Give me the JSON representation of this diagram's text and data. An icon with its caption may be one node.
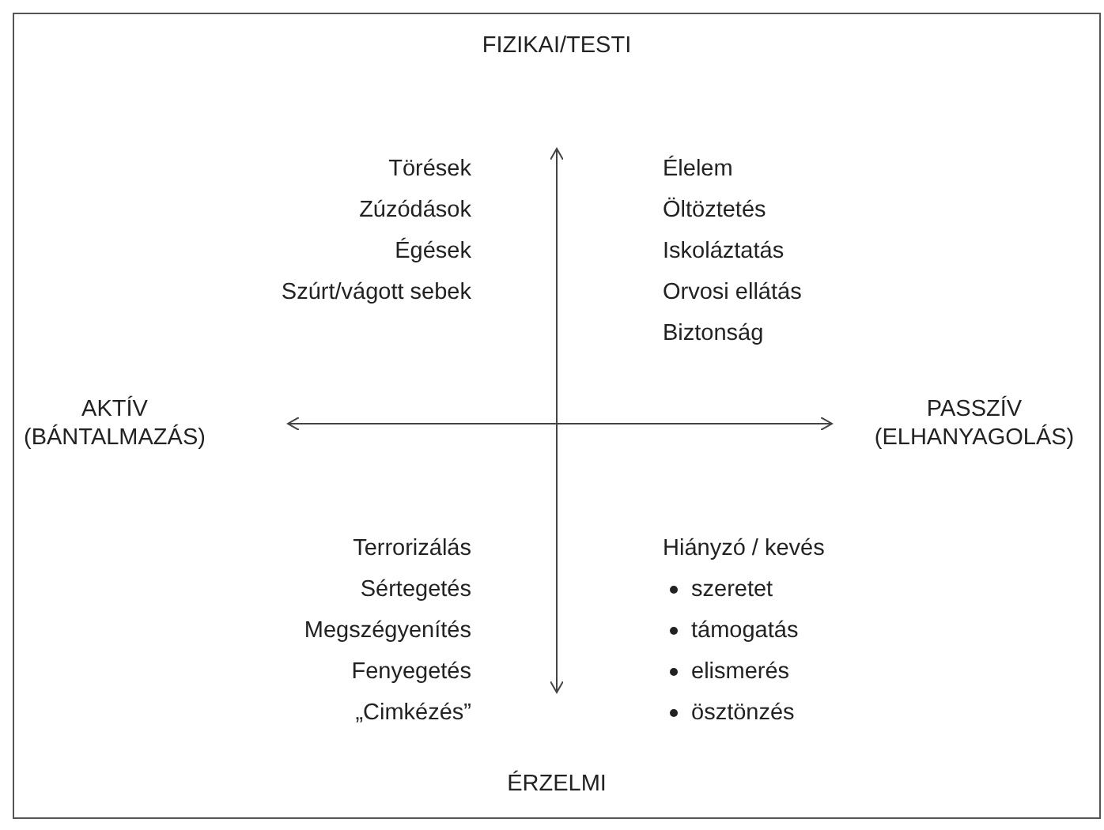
{
  "diagram": {
    "labels": [
      "FIZIKAI/TESTI",
      "Törések",
      "Zúzódások",
      "Égések",
      "Szúrt/vágott sebek",
      "Élelem",
      "Öltöztetés",
      "Iskoláztatás",
      "Orvosi ellátás",
      "Biztonság",
      "AKTÍV (BÁNTALMAZÁS)",
      "PASSZÍV (ELHANYAGOLÁS)",
      "Terrorizálás",
      "Sértegetés",
      "Megszégyenítés",
      "Fenyegetés",
      "„Cimkézés”",
      "Hiányzó / kevés",
      "szeretet",
      "támogatás",
      "elismerés",
      "ösztönzés",
      "ÉRZELMI"
    ]
  }
}
